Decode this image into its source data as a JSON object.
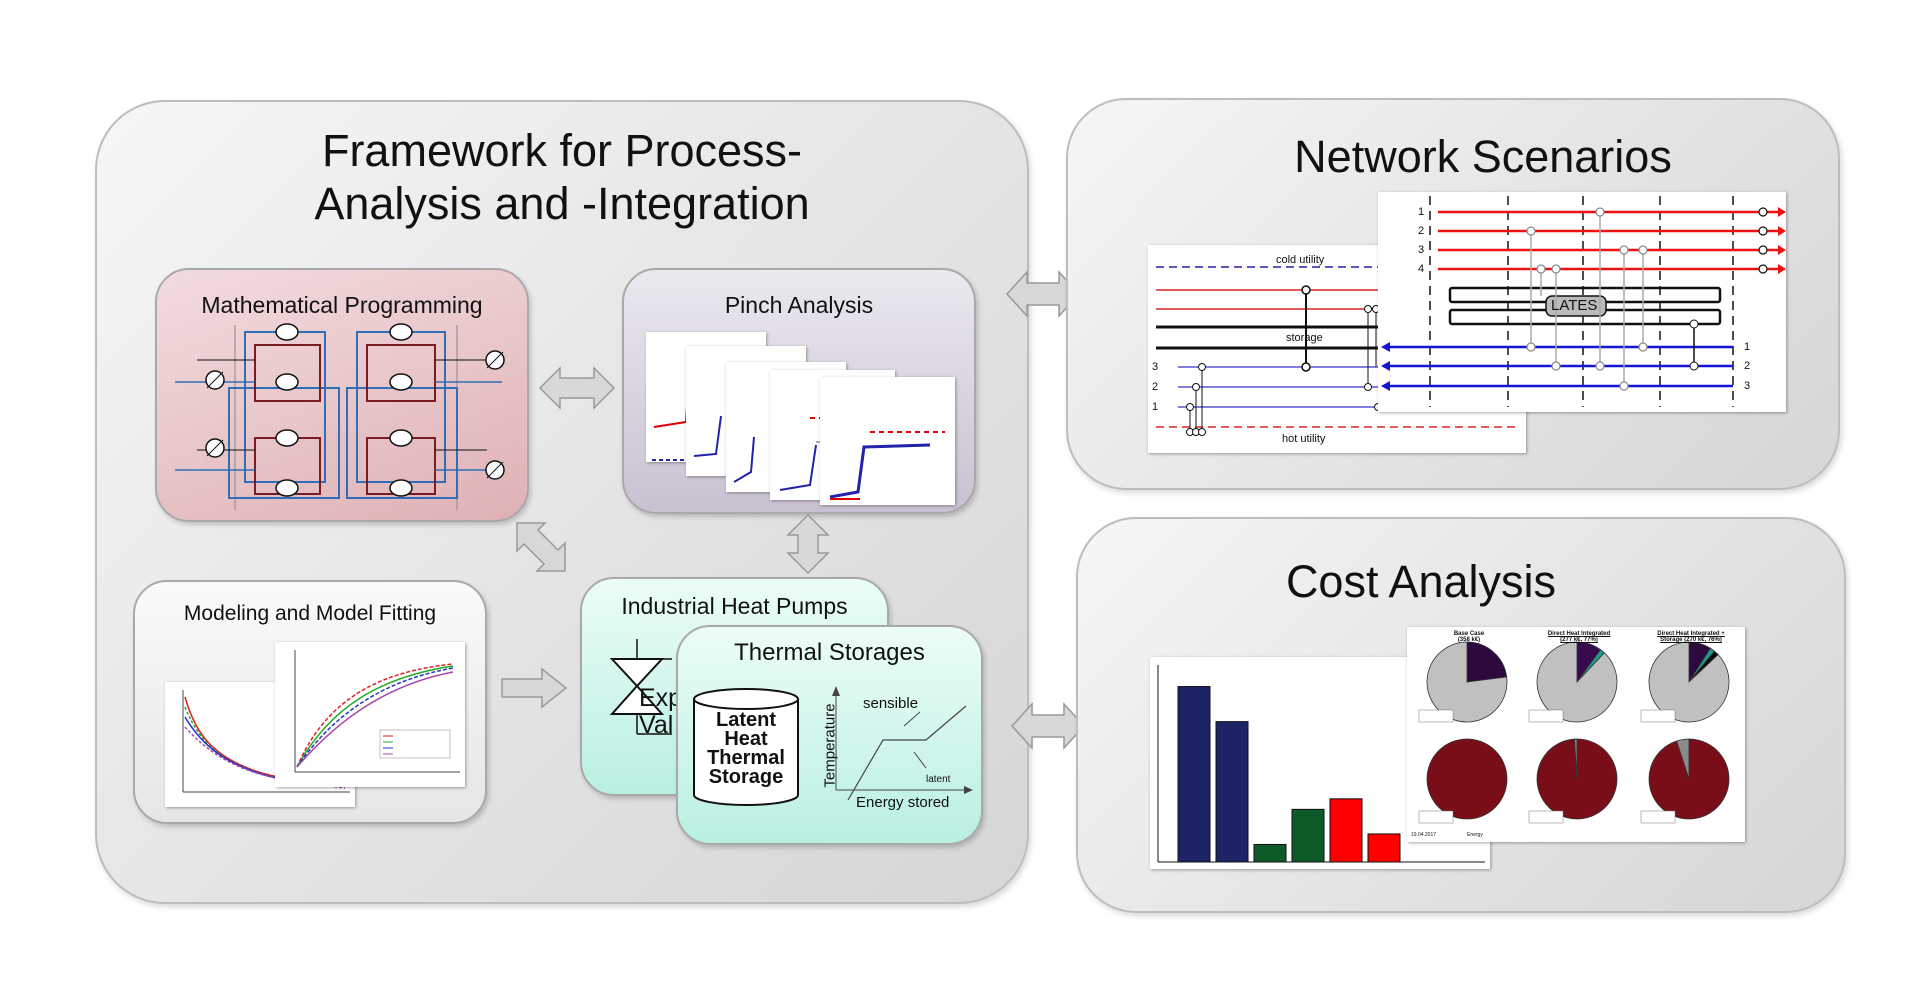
{
  "framework": {
    "title_line1": "Framework for Process-",
    "title_line2": "Analysis and -Integration",
    "math_programming": {
      "title": "Mathematical Programming"
    },
    "pinch_analysis": {
      "title": "Pinch Analysis"
    },
    "modeling": {
      "title": "Modeling and Model Fitting"
    },
    "heat_pumps": {
      "title": "Industrial Heat Pumps",
      "valve_label_1": "Exp",
      "valve_label_2": "Val"
    },
    "thermal_storages": {
      "title": "Thermal Storages",
      "tank_line1": "Latent",
      "tank_line2": "Heat",
      "tank_line3": "Thermal",
      "tank_line4": "Storage",
      "y_axis": "Temperature",
      "x_axis": "Energy stored",
      "sensible": "sensible",
      "latent": "latent"
    }
  },
  "network": {
    "title": "Network Scenarios",
    "cold_utility": "cold utility",
    "storage": "storage",
    "hot_utility": "hot utility",
    "lates": "LATES",
    "left_labels": [
      "3",
      "2",
      "1"
    ],
    "top_labels": [
      "1",
      "2",
      "3",
      "4"
    ],
    "right_labels": [
      "1",
      "2",
      "3"
    ]
  },
  "cost": {
    "title": "Cost Analysis",
    "pie_titles": [
      "Base Case\n(358 k€)",
      "Direct Heat Integrated\n(277 k€, 77%)",
      "Direct Heat Integrated +\nStorage (270 k€, 76%)"
    ],
    "footer_date": "19.04.2017",
    "footer_label": "Energy"
  },
  "chart_data": [
    {
      "type": "bar",
      "categories": [
        "",
        "",
        "",
        "",
        "",
        ""
      ],
      "values": [
        100,
        80,
        10,
        30,
        36,
        16
      ],
      "colors": [
        "#1c2465",
        "#1c2465",
        "#0e5a28",
        "#0e5a28",
        "#ff0000",
        "#ff0000"
      ],
      "ylim": [
        0,
        110
      ]
    },
    {
      "type": "pie",
      "series": [
        {
          "values": [
            23,
            77
          ],
          "colors": [
            "#2d0a3e",
            "#c0c0c0"
          ]
        },
        {
          "values": [
            10,
            2,
            88
          ],
          "colors": [
            "#3a0a4f",
            "#1c9c8c",
            "#c0c0c0"
          ]
        },
        {
          "values": [
            9,
            2,
            2,
            87
          ],
          "colors": [
            "#2d0a3e",
            "#1c9c8c",
            "#0a0a0a",
            "#c0c0c0"
          ]
        },
        {
          "values": [
            100
          ],
          "colors": [
            "#7a0e18"
          ]
        },
        {
          "values": [
            99,
            1
          ],
          "colors": [
            "#7a0e18",
            "#8a8a8a"
          ]
        },
        {
          "values": [
            95,
            5
          ],
          "colors": [
            "#7a0e18",
            "#8a8a8a"
          ]
        }
      ]
    }
  ],
  "colors": {
    "panel": "#e4e4e4",
    "math_box": "#e8c3c6",
    "pinch_box": "#d9d3e0",
    "heat_box": "#c9f5ec"
  }
}
